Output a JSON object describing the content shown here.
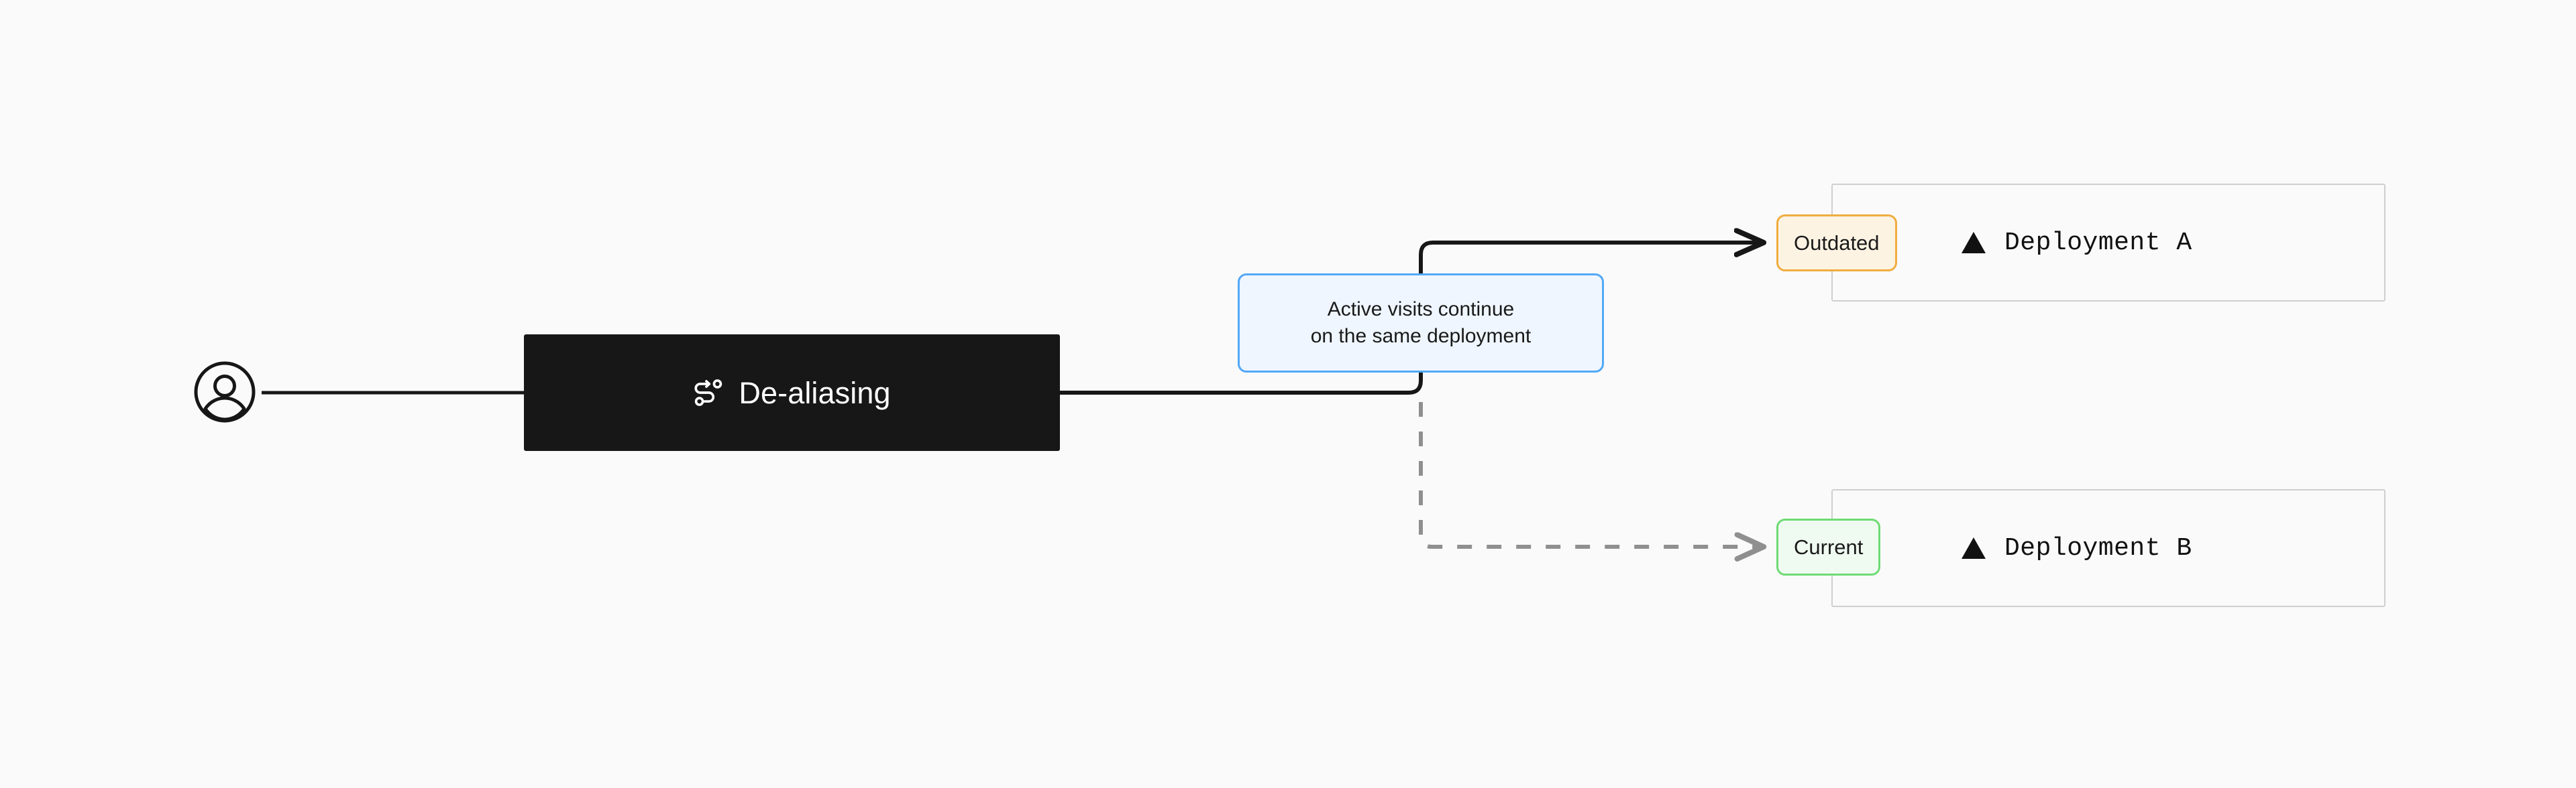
{
  "diagram": {
    "background_color": "#fafafa",
    "visitor": {
      "icon": "user-circle-icon"
    },
    "central_node": {
      "label": "De-aliasing",
      "icon": "route-icon",
      "background_color": "#171717",
      "text_color": "#ffffff"
    },
    "callout": {
      "line1": "Active visits continue",
      "line2": "on the same deployment",
      "background_color": "#eff6ff",
      "border_color": "#52a8f7"
    },
    "branches": [
      {
        "name": "outdated-branch",
        "style": "solid",
        "color": "#171717",
        "arrowhead": "solid-arrow"
      },
      {
        "name": "current-branch",
        "style": "dashed",
        "color": "#8f8f8f",
        "arrowhead": "open-chevron"
      }
    ],
    "targets": [
      {
        "badge_label": "Outdated",
        "badge_background": "#fdf3e3",
        "badge_border": "#f0ad3f",
        "deployment_name": "Deployment A",
        "deployment_icon": "triangle-icon",
        "card_border": "#cfcfcf"
      },
      {
        "badge_label": "Current",
        "badge_background": "#effaf0",
        "badge_border": "#6edb74",
        "deployment_name": "Deployment B",
        "deployment_icon": "triangle-icon",
        "card_border": "#cfcfcf"
      }
    ]
  }
}
